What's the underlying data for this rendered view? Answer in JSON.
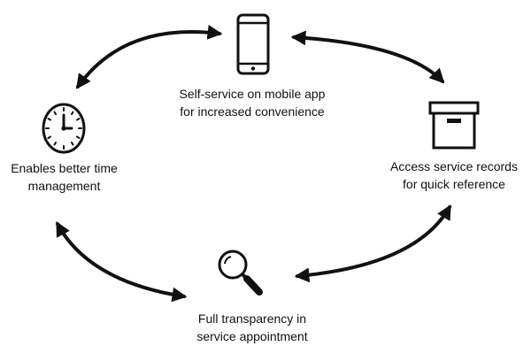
{
  "diagram": {
    "nodes": {
      "mobile": {
        "icon": "smartphone-icon",
        "lines": [
          "Self-service on mobile app",
          "for increased convenience"
        ]
      },
      "records": {
        "icon": "archive-box-icon",
        "lines": [
          "Access service records",
          "for quick reference"
        ]
      },
      "transparency": {
        "icon": "magnifying-glass-icon",
        "lines": [
          "Full transparency in",
          "service appointment"
        ]
      },
      "time": {
        "icon": "clock-icon",
        "lines": [
          "Enables better time",
          "management"
        ]
      }
    },
    "cycle_arrows": [
      {
        "from": "time",
        "to": "mobile",
        "style": "double-headed"
      },
      {
        "from": "mobile",
        "to": "records",
        "style": "double-headed"
      },
      {
        "from": "records",
        "to": "transparency",
        "style": "double-headed"
      },
      {
        "from": "transparency",
        "to": "time",
        "style": "double-headed"
      }
    ],
    "colors": {
      "stroke": "#111111",
      "background": "#ffffff"
    }
  }
}
